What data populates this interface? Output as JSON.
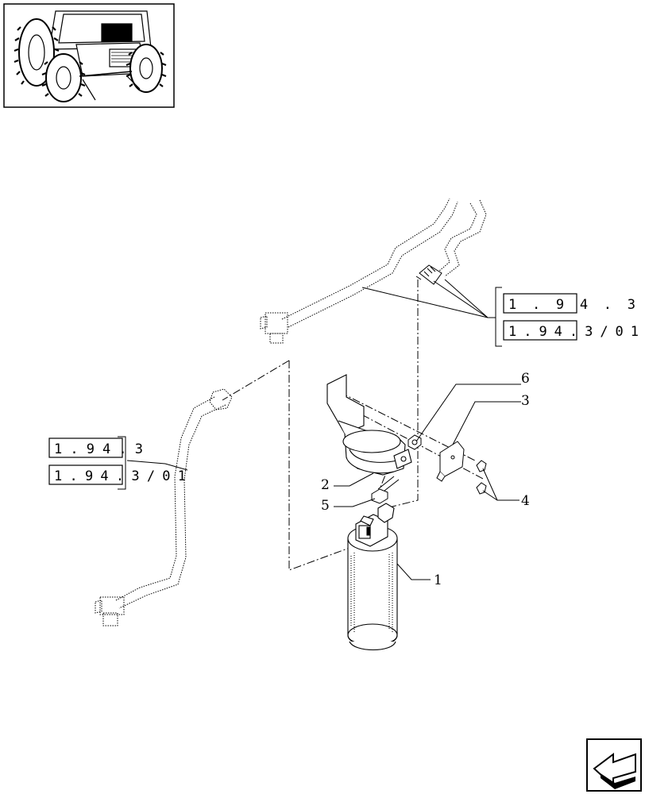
{
  "callouts": {
    "part_1": "1",
    "part_2": "2",
    "part_3": "3",
    "part_4": "4",
    "part_5": "5",
    "part_6": "6"
  },
  "references": {
    "right": {
      "ref_a": "1.94.3",
      "ref_b": "1.94.3/01"
    },
    "left": {
      "ref_a": "1.94.3",
      "ref_b": "1.94.3/01"
    }
  },
  "icons": {
    "thumbnail": "tractor-location-thumbnail",
    "navigation": "return-arrow-icon"
  },
  "colors": {
    "ink": "#000000",
    "highlight": "#000000",
    "paper": "#ffffff"
  }
}
